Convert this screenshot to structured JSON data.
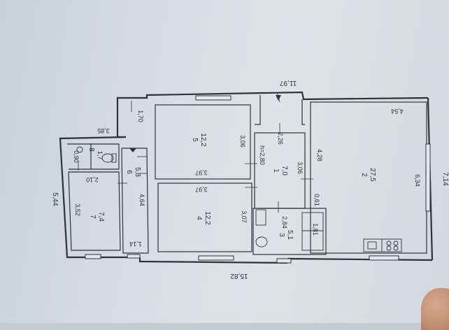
{
  "dimensions": {
    "top_total": "11,97",
    "bottom_total": "15,82",
    "left_height": "5,44",
    "right_height": "7,14",
    "top_left_wing": "3,85",
    "corridor_top": "1,70",
    "room5_width": "3,06",
    "room1_width": "2,26",
    "room1_height_mark": "h=2,80",
    "room2_length": "4,54",
    "room2_width": "6,34",
    "room2_depth": "4,28",
    "room4_left": "3,97",
    "room5_bottom": "3,97",
    "room4_width": "3,07",
    "room1_lower": "3,06",
    "room3_width": "2,84",
    "small_step": "0,61",
    "room3_inner": "1,81",
    "room6_length": "4,64",
    "room6_width": "1,14",
    "room7_length": "3,52",
    "room7_width": "2,10",
    "room8_width": "0,90",
    "room8_length": "1,7"
  },
  "rooms": [
    {
      "number": "1",
      "area": "7,0"
    },
    {
      "number": "2",
      "area": "27,5"
    },
    {
      "number": "3",
      "area": "5,1"
    },
    {
      "number": "4",
      "area": "12,2"
    },
    {
      "number": "5",
      "area": "12,2"
    },
    {
      "number": "6",
      "area": "5,3"
    },
    {
      "number": "7",
      "area": "7,4"
    },
    {
      "number": "8",
      "area": ""
    }
  ]
}
